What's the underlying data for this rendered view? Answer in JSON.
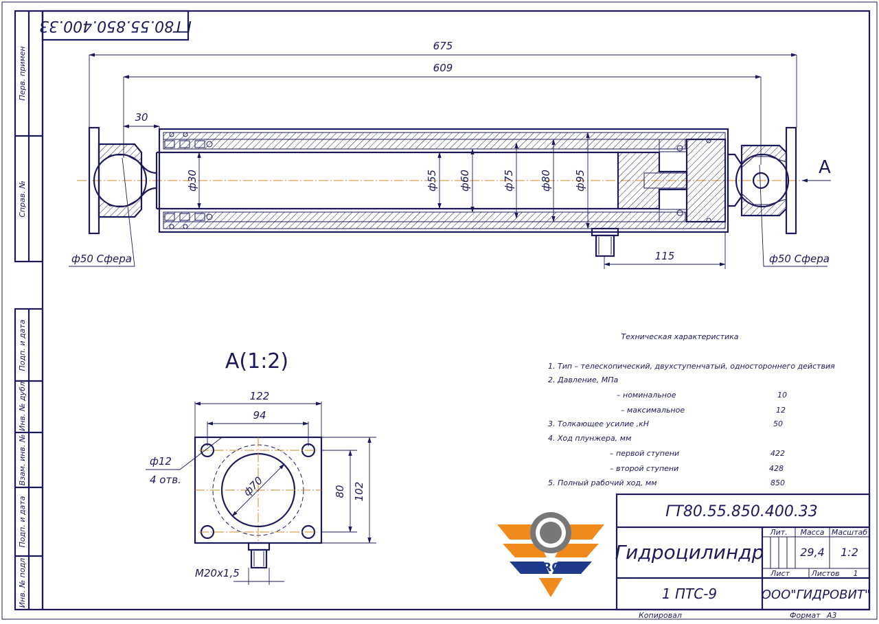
{
  "sheet": {
    "stamp_code_rotated": "ГТ80.55.850.400.33",
    "side_labels": [
      "Перв. примен",
      "Справ. №",
      "Подп. и дата",
      "Инв. № дубл",
      "Взам. инв. №",
      "Подп. и дата",
      "Инв. № подл"
    ]
  },
  "main_view": {
    "dim_675": "675",
    "dim_609": "609",
    "dim_30_top": "30",
    "dia_30": "ф30",
    "dia_55": "ф55",
    "dia_60": "ф60",
    "dia_75": "ф75",
    "dia_80": "ф80",
    "dia_95": "ф95",
    "dim_115": "115",
    "sphere_left": "ф50 Сфера",
    "sphere_right": "ф50 Сфера",
    "view_arrow": "А"
  },
  "view_a": {
    "title": "А(1:2)",
    "dim_122": "122",
    "dim_94": "94",
    "dia_12": "ф12",
    "holes": "4 отв.",
    "dia_70": "ф70",
    "dim_80": "80",
    "dim_102": "102",
    "thread": "М20х1,5"
  },
  "tech": {
    "title": "Техническая характеристика",
    "lines": [
      {
        "label": "1. Тип – телескопический, двухступенчатый, одностороннего действия",
        "value": ""
      },
      {
        "label": "2. Давление, МПа",
        "value": ""
      },
      {
        "label": "– номинальное",
        "value": "10"
      },
      {
        "label": "– максимальное",
        "value": "12"
      },
      {
        "label": "3. Толкающее усилие ,кН",
        "value": "50"
      },
      {
        "label": "4. Ход плунжера, мм",
        "value": ""
      },
      {
        "label": "– первой ступени",
        "value": "422"
      },
      {
        "label": "– второй ступени",
        "value": "428"
      },
      {
        "label": "5. Полный рабочий ход, мм",
        "value": "850"
      }
    ]
  },
  "title_block": {
    "code": "ГТ80.55.850.400.33",
    "name": "Гидроцилиндр",
    "model": "1 ПТС-9",
    "company": "ООО\"ГИДРОВИТ\"",
    "lit_label": "Лит.",
    "mass_label": "Масса",
    "scale_label": "Масштаб",
    "mass": "29,4",
    "scale": "1:2",
    "sheet_label": "Лист",
    "sheets_label": "Листов",
    "sheets": "1",
    "copied": "Копировал",
    "format_label": "Формат",
    "format": "А3"
  },
  "logo": {
    "text": "GIDROVIT",
    "colors": {
      "orange": "#f08a1c",
      "blue": "#1f3a8a",
      "gray": "#777777"
    }
  }
}
